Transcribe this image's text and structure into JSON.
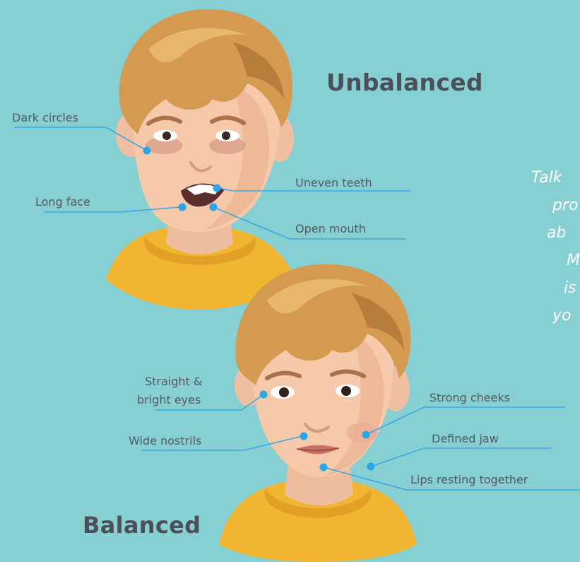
{
  "headings": {
    "unbalanced": "Unbalanced",
    "balanced": "Balanced"
  },
  "labels": {
    "dark_circles": "Dark circles",
    "long_face": "Long face",
    "uneven_teeth": "Uneven teeth",
    "open_mouth": "Open mouth",
    "straight_bright_eyes_1": "Straight &",
    "straight_bright_eyes_2": "bright eyes",
    "wide_nostrils": "Wide nostrils",
    "strong_cheeks": "Strong cheeks",
    "defined_jaw": "Defined jaw",
    "lips_resting_together": "Lips resting together"
  },
  "side_text": {
    "line1": "Talk",
    "line2": "pro",
    "line3": "ab",
    "line4": "M",
    "line5": "is",
    "line6": "yo"
  },
  "colors": {
    "background": "#86cfd2",
    "line": "#3aa8e6",
    "dot": "#2aa6e8",
    "text": "#555a61",
    "heading": "#4c4f57"
  }
}
